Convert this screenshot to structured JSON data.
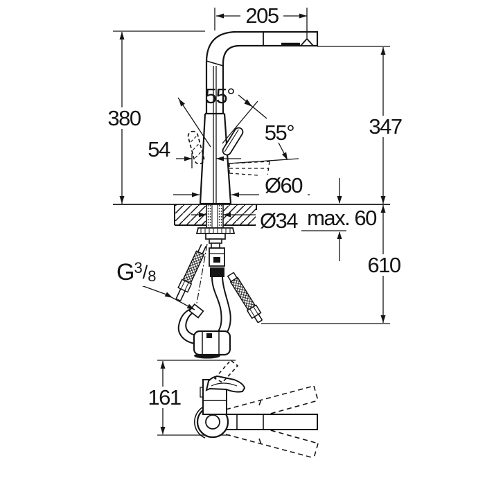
{
  "canvas": {
    "background": "#ffffff",
    "ink": "#141414"
  },
  "labels": {
    "spout_reach": "205",
    "total_height": "380",
    "spout_clearance": "347",
    "lever_angle_top": "55°",
    "lever_angle_side": "55°",
    "lever_reach": "54",
    "body_diameter": "Ø60",
    "hole_diameter": "Ø34",
    "max_deck_thickness": "max. 60",
    "hose_drop": "610",
    "swivel_depth": "161",
    "thread": {
      "prefix": "G",
      "numerator": "3",
      "slash": "/",
      "denominator": "8"
    }
  }
}
